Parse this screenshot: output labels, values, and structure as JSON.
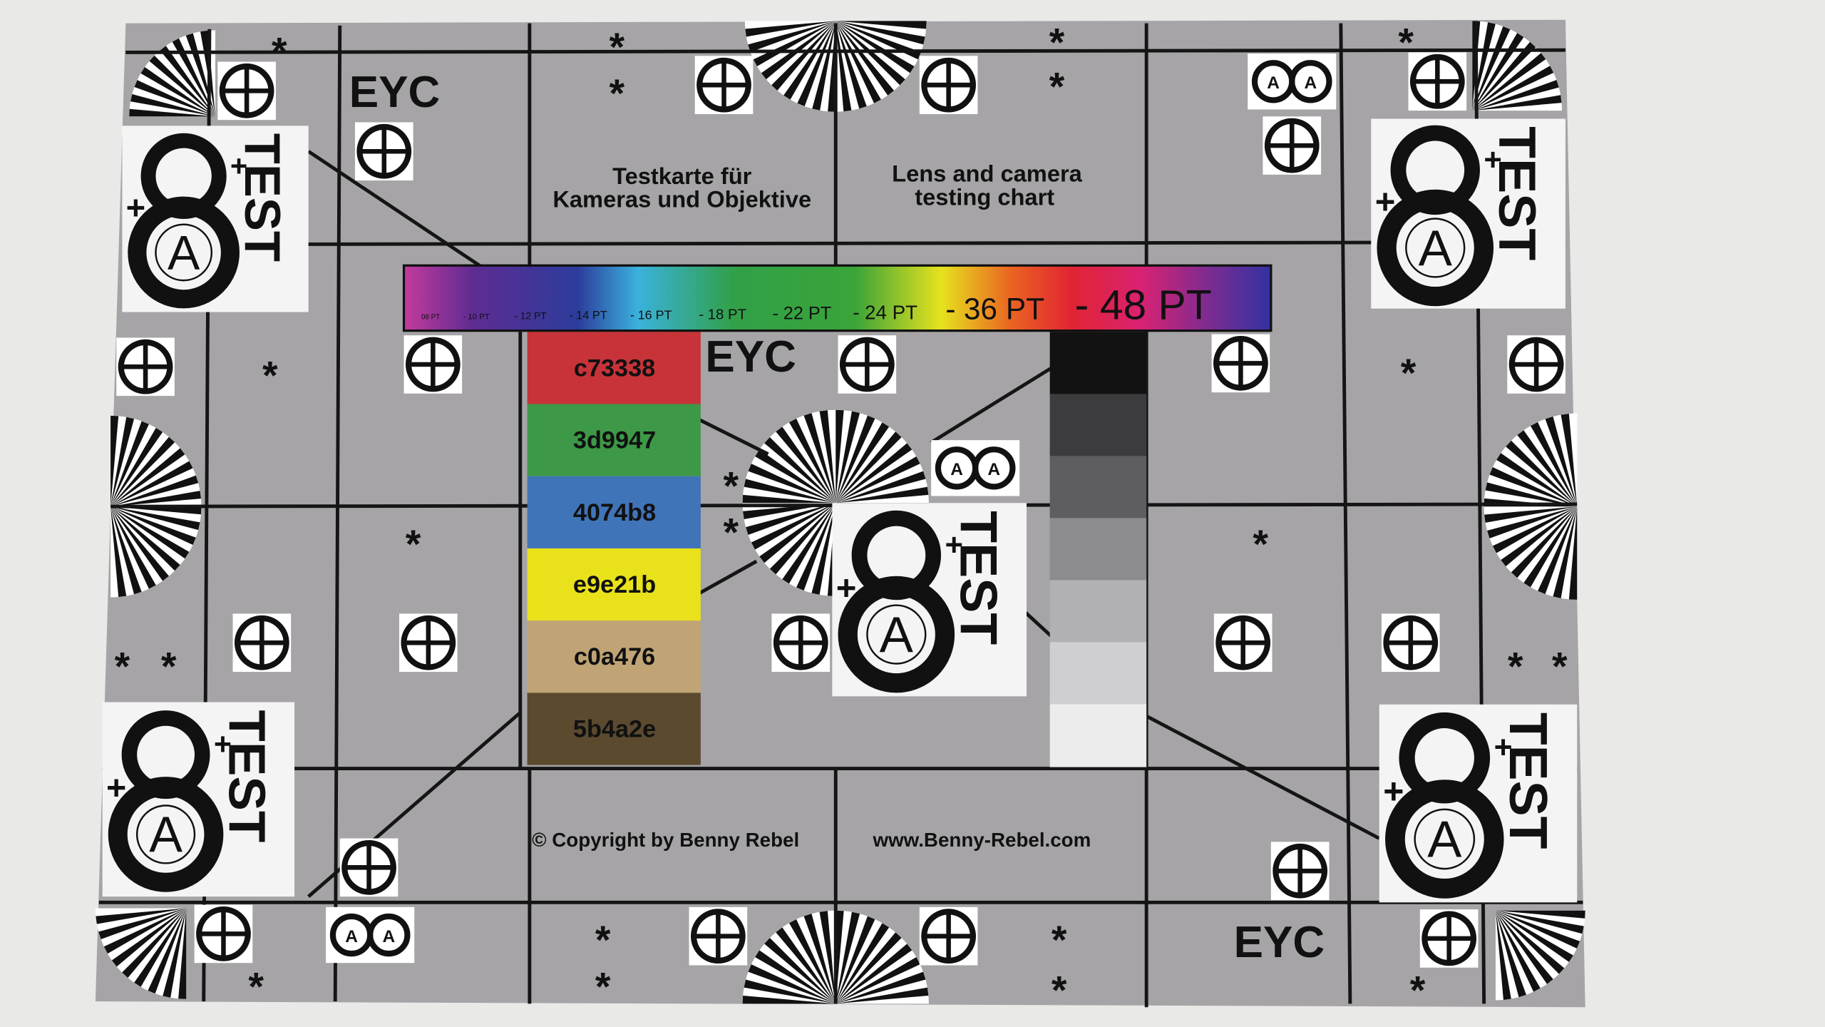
{
  "title_de": {
    "line1": "Testkarte für",
    "line2": "Kameras und Objektive"
  },
  "title_en": {
    "line1": "Lens and camera",
    "line2": "testing chart"
  },
  "eyc_label": "EYC",
  "font_scale": [
    "08 PT",
    "10 PT",
    "12 PT",
    "14 PT",
    "16 PT",
    "18 PT",
    "22 PT",
    "24 PT",
    "36 PT",
    "48 PT"
  ],
  "font_scale_separator": "-",
  "color_swatches": [
    {
      "label": "c73338",
      "color": "#c73338"
    },
    {
      "label": "3d9947",
      "color": "#3d9947"
    },
    {
      "label": "4074b8",
      "color": "#4074b8"
    },
    {
      "label": "e9e21b",
      "color": "#e9e21b"
    },
    {
      "label": "c0a476",
      "color": "#c0a476"
    },
    {
      "label": "5b4a2e",
      "color": "#5b4a2e"
    }
  ],
  "gray_steps": [
    "#121212",
    "#3c3b3d",
    "#5e5d60",
    "#8c8b8e",
    "#b1b0b3",
    "#cfced0",
    "#ececec"
  ],
  "copyright": "© Copyright by Benny Rebel",
  "website": "www.Benny-Rebel.com",
  "test_logo": {
    "digit": "8",
    "word": "TEST",
    "letter": "A"
  },
  "colors": {
    "paper": "#a6a4a7",
    "background": "#e9e9e7",
    "ink": "#111111"
  }
}
